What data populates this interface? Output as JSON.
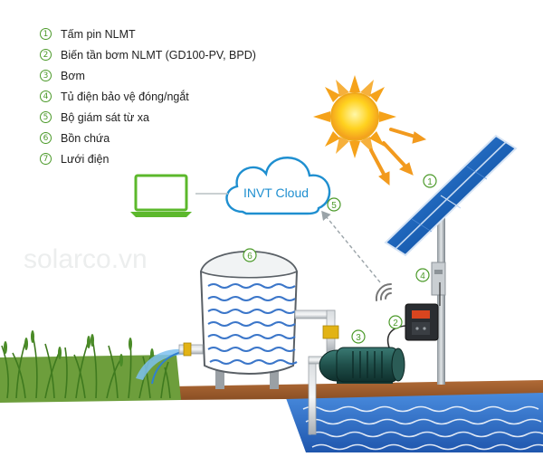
{
  "legend": [
    {
      "num": "1",
      "text": "Tấm pin NLMT"
    },
    {
      "num": "2",
      "text": "Biến tần bơm NLMT (GD100-PV, BPD)"
    },
    {
      "num": "3",
      "text": "Bơm"
    },
    {
      "num": "4",
      "text": "Tủ điện bảo vệ đóng/ngắt"
    },
    {
      "num": "5",
      "text": "Bộ giám sát từ xa"
    },
    {
      "num": "6",
      "text": "Bồn chứa"
    },
    {
      "num": "7",
      "text": "Lưới điện"
    }
  ],
  "cloud_label": "INVT Cloud",
  "watermark": "solarco.vn",
  "markers": {
    "panel": "1",
    "inverter": "2",
    "pump": "3",
    "cabinet": "4",
    "monitor": "5",
    "tank": "6"
  },
  "colors": {
    "accent_green": "#4c9a2a",
    "laptop_green": "#5cb82c",
    "cloud_blue": "#1f8fd0",
    "panel_blue": "#1c63b8",
    "water_blue": "#2e6fc4",
    "ground_brown": "#9c5d2e",
    "sun_orange": "#f29a1e"
  }
}
